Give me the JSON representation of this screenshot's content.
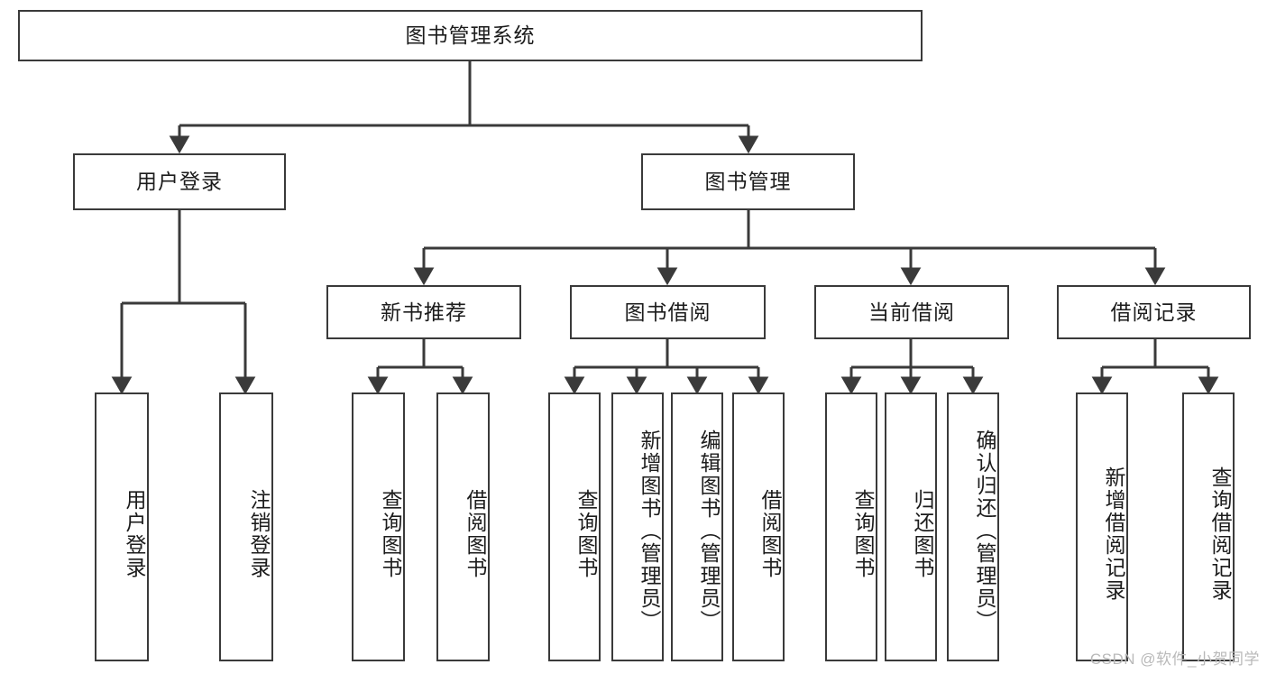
{
  "diagram": {
    "type": "hierarchy-tree",
    "title": "图书管理系统",
    "root": {
      "label": "图书管理系统"
    },
    "level2": [
      {
        "label": "用户登录"
      },
      {
        "label": "图书管理"
      }
    ],
    "level3": [
      {
        "label": "新书推荐"
      },
      {
        "label": "图书借阅"
      },
      {
        "label": "当前借阅"
      },
      {
        "label": "借阅记录"
      }
    ],
    "leaves": {
      "user_login": [
        {
          "label": "用户登录"
        },
        {
          "label": "注销登录"
        }
      ],
      "new_book_recommend": [
        {
          "label": "查询图书"
        },
        {
          "label": "借阅图书"
        }
      ],
      "book_borrow": [
        {
          "label": "查询图书"
        },
        {
          "label": "新增图书（管理员）"
        },
        {
          "label": "编辑图书（管理员）"
        },
        {
          "label": "借阅图书"
        }
      ],
      "current_borrow": [
        {
          "label": "查询图书"
        },
        {
          "label": "归还图书"
        },
        {
          "label": "确认归还（管理员）"
        }
      ],
      "borrow_record": [
        {
          "label": "新增借阅记录"
        },
        {
          "label": "查询借阅记录"
        }
      ]
    }
  },
  "watermark": {
    "text": "CSDN @软件_小贺同学"
  },
  "colors": {
    "stroke": "#3a3a3a",
    "fill": "#ffffff",
    "text": "#1c1c1c",
    "watermark": "#b9b9b9"
  }
}
